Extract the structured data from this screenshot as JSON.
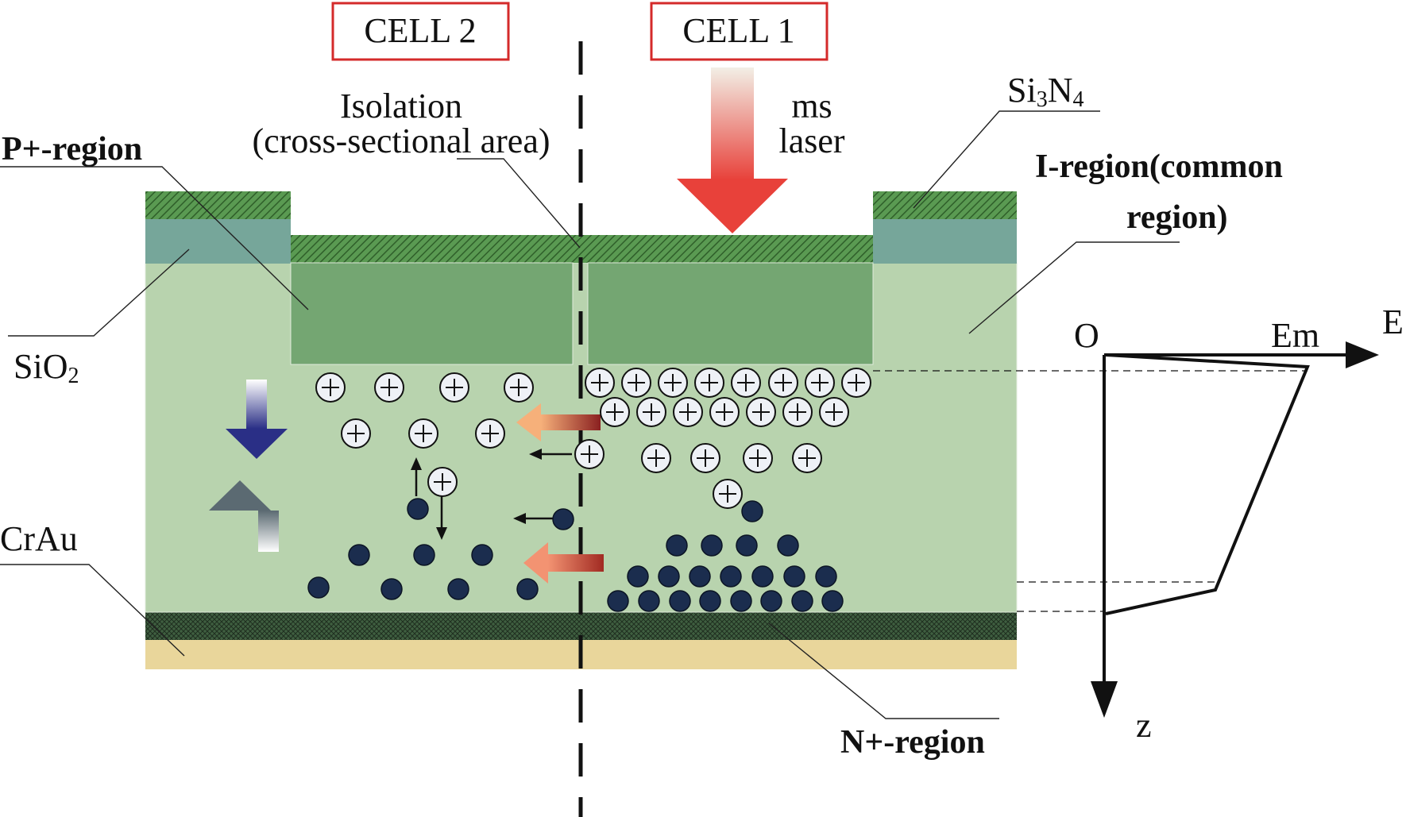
{
  "cells": {
    "cell2": "CELL 2",
    "cell1": "CELL 1"
  },
  "labels": {
    "isolation_1": "Isolation",
    "isolation_2": "(cross-sectional area)",
    "laser_1": "ms",
    "laser_2": "laser",
    "p_region": "P+-region",
    "si3n4_main": "Si",
    "si3n4_sub1": "3",
    "si3n4_mid": "N",
    "si3n4_sub2": "4",
    "i_region_1": "I-region(common",
    "i_region_2": "region)",
    "sio2_main": "SiO",
    "sio2_sub": "2",
    "crau": "CrAu",
    "n_region": "N+-region",
    "origin": "O",
    "em": "Em",
    "e_axis": "E",
    "z_axis": "z"
  },
  "colors": {
    "i_region": "#b8d3ae",
    "p_region": "#74a672",
    "sio2": "#76a69a",
    "si3n4": "#4f8a48",
    "n_region": "#3a5a3a",
    "crau": "#e9d69b",
    "electron": "#1b2d4e",
    "hole_fill": "#eef1f6",
    "cell_box": "#d42a2a"
  }
}
